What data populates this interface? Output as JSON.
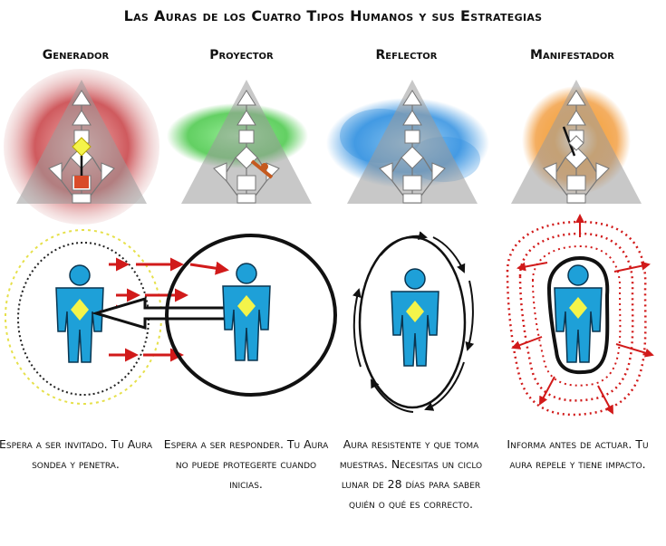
{
  "title": "Las Auras de los Cuatro Tipos Humanos y sus Estrategias",
  "types": [
    {
      "name": "Generador",
      "aura_color": "#c9494f",
      "description": "Espera a ser invitado. Tu Aura sondea y penetra."
    },
    {
      "name": "Proyector",
      "aura_color": "#3cc43c",
      "description": "Espera a ser responder. Tu Aura no puede protegerte cuando inicias."
    },
    {
      "name": "Reflector",
      "aura_color": "#2f8fe0",
      "description": "Aura resistente y que toma muestras. Necesitas un ciclo lunar de 28 días para saber quién o qué es correcto."
    },
    {
      "name": "Manifestador",
      "aura_color": "#f08c1e",
      "description": "Informa antes de actuar. Tu aura repele y tiene impacto."
    }
  ],
  "colors": {
    "figure": "#1ea0d8",
    "center": "#f4f44a",
    "arrow": "#d11a1a"
  }
}
